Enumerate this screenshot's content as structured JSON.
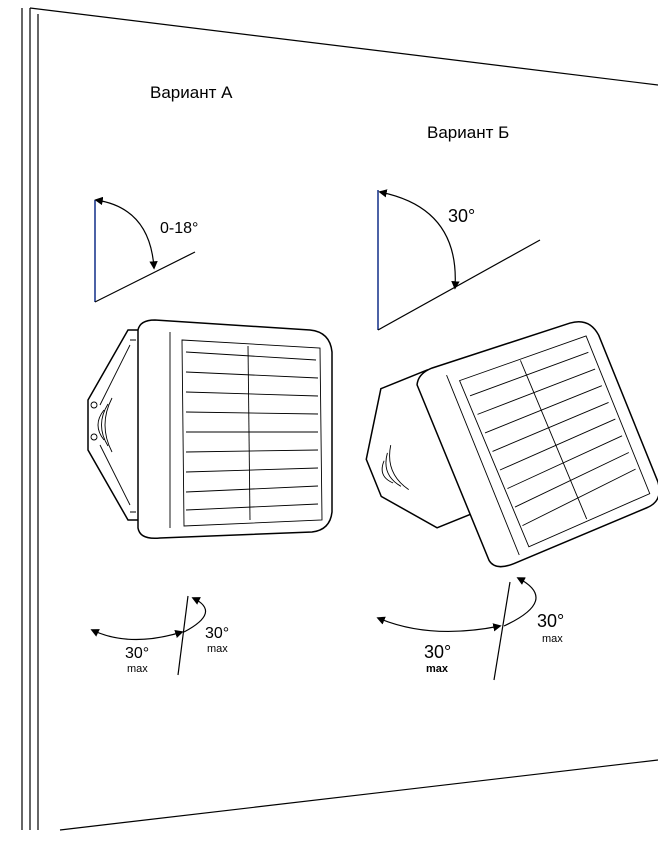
{
  "variants": {
    "a": {
      "label": "Вариант А",
      "tilt": "0-18°",
      "swing_h": "30°",
      "swing_h_sub": "max",
      "swing_v": "30°",
      "swing_v_sub": "max"
    },
    "b": {
      "label": "Вариант Б",
      "tilt": "30°",
      "swing_h": "30°",
      "swing_h_sub": "max",
      "swing_v": "30°",
      "swing_v_sub": "max"
    }
  },
  "colors": {
    "line": "#000000",
    "background": "#ffffff",
    "angle_edge": "#1f3b8f"
  }
}
